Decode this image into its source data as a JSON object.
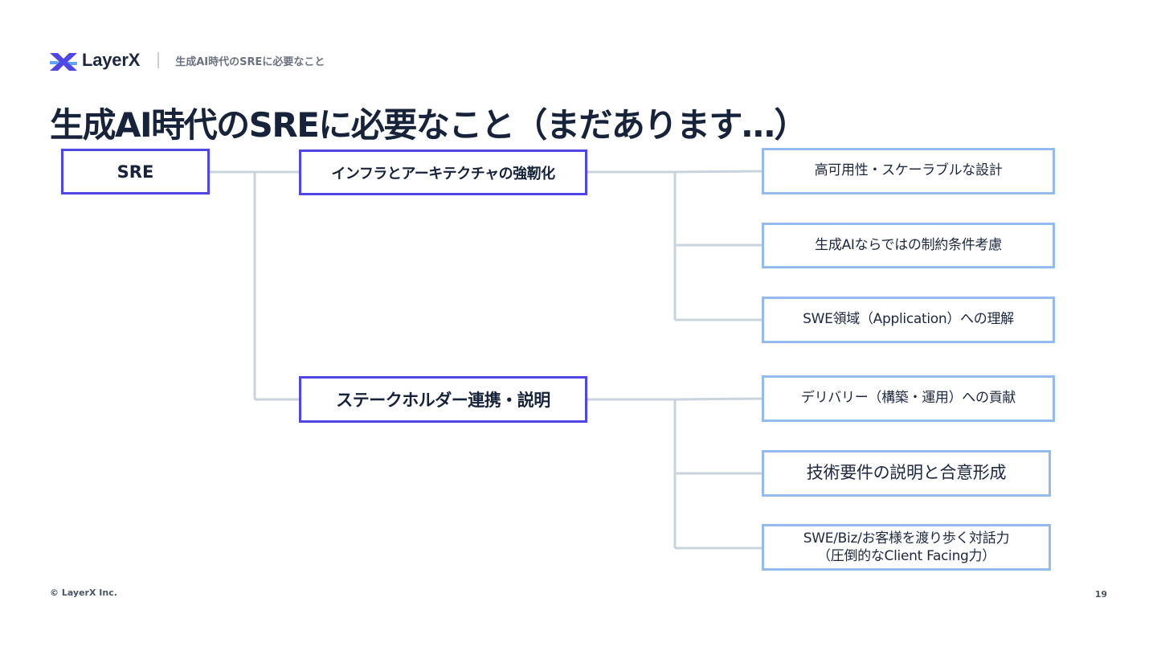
{
  "header": {
    "logo_text": "LayerX",
    "subtitle": "生成AI時代のSREに必要なこと"
  },
  "title": "生成AI時代のSREに必要なこと（まだあります…）",
  "tree": {
    "root": "SRE",
    "branches": [
      {
        "label": "インフラとアーキテクチャの強靭化",
        "children": [
          "高可用性・スケーラブルな設計",
          "生成AIならではの制約条件考慮",
          "SWE領域（Application）への理解"
        ]
      },
      {
        "label": "ステークホルダー連携・説明",
        "children": [
          "デリバリー（構築・運用）への貢献",
          "技術要件の説明と合意形成",
          {
            "line1": "SWE/Biz/お客様を渡り歩く対話力",
            "line2": "（圧倒的なClient Facing力）"
          }
        ]
      }
    ]
  },
  "footer": {
    "copyright": "© LayerX Inc.",
    "page_number": "19"
  },
  "colors": {
    "primary_border": "#5046e5",
    "leaf_border": "#93bbf0",
    "connector": "#c9d3de",
    "text": "#17233a"
  }
}
